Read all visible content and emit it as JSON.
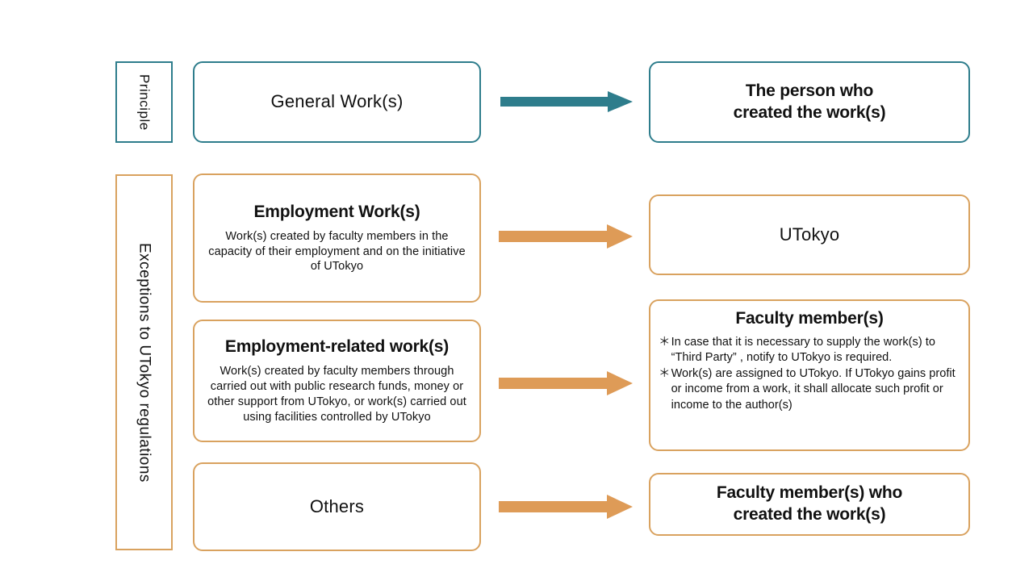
{
  "colors": {
    "principle_accent": "#2E7D8C",
    "exception_accent": "#D9A25F",
    "text": "#111111",
    "background": "#FFFFFF"
  },
  "categories": {
    "principle": {
      "label": "Principle"
    },
    "exceptions": {
      "label": "Exceptions to UTokyo regulations"
    }
  },
  "rows": [
    {
      "id": "principle",
      "source": {
        "title": "General Work(s)",
        "desc": ""
      },
      "arrow": {
        "name": "arrow-right-teal",
        "color": "#2E7D8C"
      },
      "target": {
        "title": "The person who\ncreated the work(s)"
      }
    },
    {
      "id": "employment",
      "source": {
        "title": "Employment Work(s)",
        "desc": "Work(s) created by faculty members in the capacity of their employment and on the initiative of UTokyo"
      },
      "arrow": {
        "name": "arrow-right-orange",
        "color": "#D9A25F"
      },
      "target": {
        "title": "UTokyo"
      }
    },
    {
      "id": "employment-related",
      "source": {
        "title": "Employment-related work(s)",
        "desc": "Work(s) created by faculty members through carried out with public research funds, money or other support from UTokyo, or work(s) carried out using facilities controlled by UTokyo"
      },
      "arrow": {
        "name": "arrow-right-orange",
        "color": "#D9A25F"
      },
      "target": {
        "title": "Faculty member(s)",
        "notes": [
          "In case that it is necessary to supply the work(s) to  “Third Party” , notify to UTokyo is required.",
          "Work(s) are assigned to UTokyo. If UTokyo gains profit or income from a work, it shall allocate such profit or income to the author(s)"
        ],
        "note_marker": "＊"
      }
    },
    {
      "id": "others",
      "source": {
        "title": "Others",
        "desc": ""
      },
      "arrow": {
        "name": "arrow-right-orange",
        "color": "#D9A25F"
      },
      "target": {
        "title": "Faculty member(s) who\ncreated the work(s)"
      }
    }
  ],
  "row_text": {
    "general_work": "General Work(s)",
    "person_who_created_l1": "The person who",
    "person_who_created_l2": "created the work(s)",
    "employment_work": "Employment Work(s)",
    "employment_work_desc": "Work(s) created by faculty members in the capacity of their employment and on the initiative of UTokyo",
    "utokyo": "UTokyo",
    "employment_related_work": "Employment-related work(s)",
    "employment_related_desc": "Work(s) created by faculty members through carried out with public research funds, money or other support from UTokyo, or work(s) carried out using facilities controlled by UTokyo",
    "faculty_members": "Faculty member(s)",
    "faculty_note_1": "In case that it is necessary to supply the work(s) to  “Third Party” , notify to UTokyo is required.",
    "faculty_note_2": "Work(s) are assigned to UTokyo. If UTokyo gains profit or income from a work, it shall allocate such profit or income to the author(s)",
    "note_marker_1": "＊",
    "note_marker_2": "＊",
    "others": "Others",
    "faculty_who_created_l1": "Faculty member(s) who",
    "faculty_who_created_l2": "created the work(s)"
  }
}
